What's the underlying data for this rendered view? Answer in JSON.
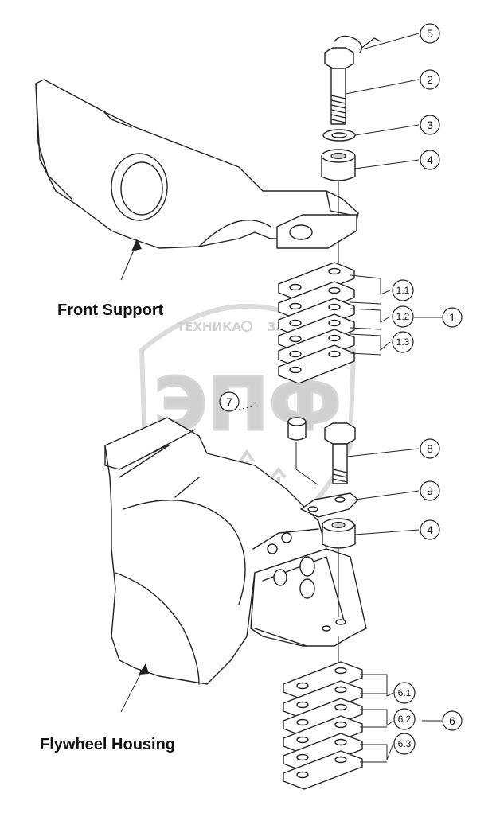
{
  "labels": {
    "front_support": "Front Support",
    "flywheel_housing": "Flywheel Housing"
  },
  "callouts": {
    "c1": "1",
    "c1_1": "1.1",
    "c1_2": "1.2",
    "c1_3": "1.3",
    "c2": "2",
    "c3": "3",
    "c4_top": "4",
    "c4_bottom": "4",
    "c5": "5",
    "c6": "6",
    "c6_1": "6.1",
    "c6_2": "6.2",
    "c6_3": "6.3",
    "c7": "7",
    "c8": "8",
    "c9": "9"
  },
  "watermark": {
    "brand_left": "ТЕХНИКА",
    "brand_right": "ЗАПЧАСТИ",
    "logo": "ЭПФ"
  },
  "colors": {
    "line": "#222222",
    "watermark": "#c8c8c8"
  }
}
